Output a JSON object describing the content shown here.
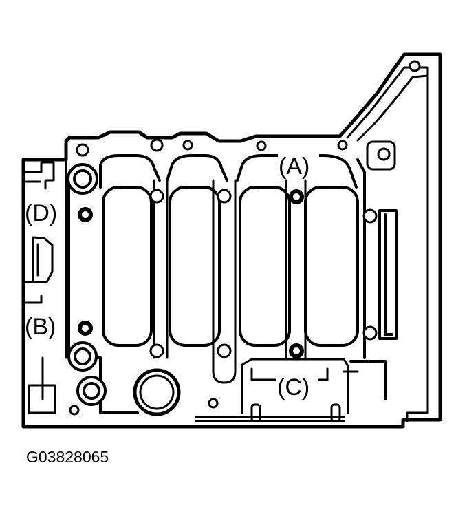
{
  "callouts": {
    "a": "(A)",
    "b": "(B)",
    "c": "(C)",
    "d": "(D)"
  },
  "figure_id": "G03828065"
}
